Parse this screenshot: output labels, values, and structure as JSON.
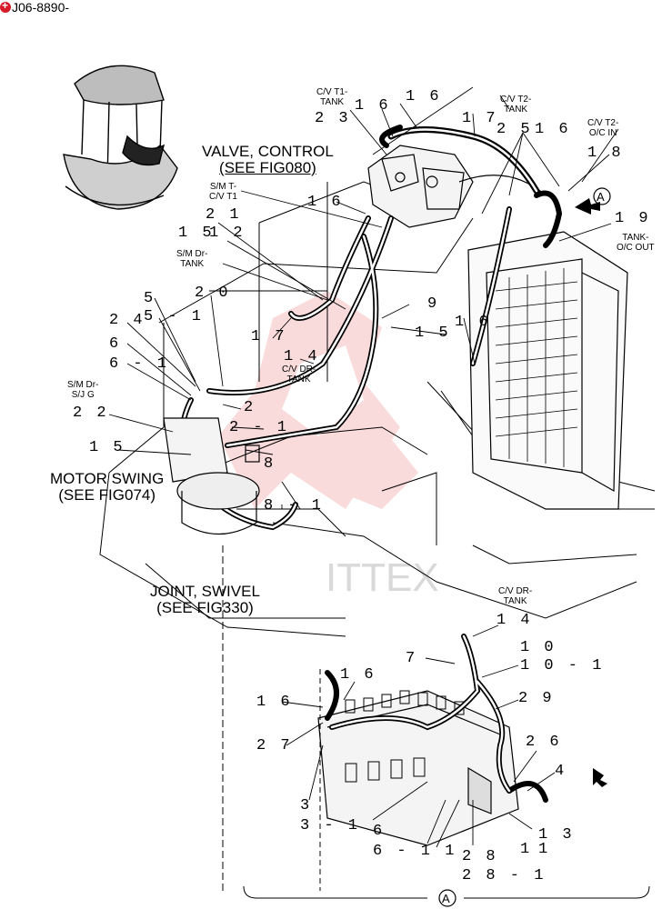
{
  "header": {
    "code": "J06-8890-"
  },
  "watermark": "ITTEX",
  "assemblies": {
    "valve_control": [
      "VALVE, CONTROL",
      "(SEE FIG080)"
    ],
    "motor_swing": [
      "MOTOR  SWING",
      "(SEE FIG074)"
    ],
    "joint_swivel": [
      "JOINT, SWIVEL",
      "(SEE FIG330)"
    ]
  },
  "captions": {
    "cv_t1_tank": [
      "C/V T1-",
      "TANK"
    ],
    "cv_t2_tank": [
      "C/V T2-",
      "TANK"
    ],
    "cv_t2_oc_in": [
      "C/V T2-",
      "O/C IN"
    ],
    "sm_t_cv_t1": [
      "S/M T-",
      "C/V T1"
    ],
    "sm_dr_tank": [
      "S/M Dr-",
      "TANK"
    ],
    "tank_oc_out": [
      "TANK-",
      "O/C OUT"
    ],
    "cv_dr_tank": [
      "C/V DR-",
      "TANK"
    ],
    "sm_dr_sjg": [
      "S/M Dr-",
      "S/J G"
    ],
    "cv_dr_tank_b": [
      "C/V DR-",
      "TANK"
    ]
  },
  "callouts": {
    "c16a": "1 6",
    "c16b": "1 6",
    "c23": "2 3",
    "c17a": "1 7",
    "c25": "2 5",
    "c16c": "1 6",
    "c18": "1 8",
    "c16d": "1 6",
    "c21": "2 1",
    "c15": "1 5",
    "c12": "1 2",
    "c19": "1 9",
    "c5": "5",
    "c20": "2 0",
    "c5_1": "5 - 1",
    "c9": "9",
    "c24": "2 4",
    "c15b": "1 5",
    "c16e": "1 6",
    "c17b": "1 7",
    "c6": "6",
    "c14": "1 4",
    "c6_1": "6 - 1",
    "c2": "2",
    "c22": "2 2",
    "c2_1": "2 - 1",
    "c15c": "1 5",
    "c8": "8",
    "c8_1": "8 - 1",
    "c14b": "1 4",
    "c10": "1 0",
    "c7": "7",
    "c10_1": "1 0 - 1",
    "c16f": "1 6",
    "c16g": "1 6",
    "c29": "2 9",
    "c27": "2 7",
    "c26": "2 6",
    "c4": "4",
    "c3": "3",
    "c3_1": "3 - 1",
    "c6b": "6",
    "c6_1b": "6 - 1 1",
    "c13": "1 3",
    "c28": "2 8",
    "c28_1": "2 8 - 1",
    "c11": "1",
    "c11b": "1",
    "view_a_top": "A",
    "view_a_bottom": "A"
  }
}
